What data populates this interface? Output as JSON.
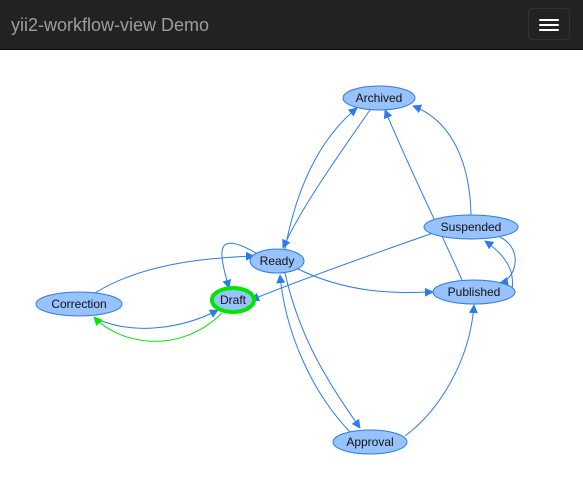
{
  "app": {
    "title": "yii2-workflow-view Demo",
    "menu_icon": "hamburger-menu-icon"
  },
  "colors": {
    "navbar_bg": "#222222",
    "node_fill": "#97c2fc",
    "node_border": "#2b7ce9",
    "edge": "#2b7ce9",
    "active_border": "#00e600",
    "active_edge": "#00e600"
  },
  "workflow": {
    "active_node": "Draft",
    "nodes": [
      {
        "id": "archived",
        "label": "Archived"
      },
      {
        "id": "suspended",
        "label": "Suspended"
      },
      {
        "id": "ready",
        "label": "Ready"
      },
      {
        "id": "draft",
        "label": "Draft"
      },
      {
        "id": "correction",
        "label": "Correction"
      },
      {
        "id": "published",
        "label": "Published"
      },
      {
        "id": "approval",
        "label": "Approval"
      }
    ],
    "edges": [
      {
        "from": "ready",
        "to": "archived"
      },
      {
        "from": "archived",
        "to": "ready"
      },
      {
        "from": "suspended",
        "to": "archived"
      },
      {
        "from": "published",
        "to": "archived"
      },
      {
        "from": "suspended",
        "to": "draft"
      },
      {
        "from": "suspended",
        "to": "published"
      },
      {
        "from": "published",
        "to": "suspended"
      },
      {
        "from": "ready",
        "to": "draft"
      },
      {
        "from": "correction",
        "to": "ready"
      },
      {
        "from": "correction",
        "to": "draft"
      },
      {
        "from": "draft",
        "to": "correction",
        "active": true
      },
      {
        "from": "ready",
        "to": "published"
      },
      {
        "from": "ready",
        "to": "approval"
      },
      {
        "from": "approval",
        "to": "ready"
      },
      {
        "from": "approval",
        "to": "published"
      }
    ]
  }
}
